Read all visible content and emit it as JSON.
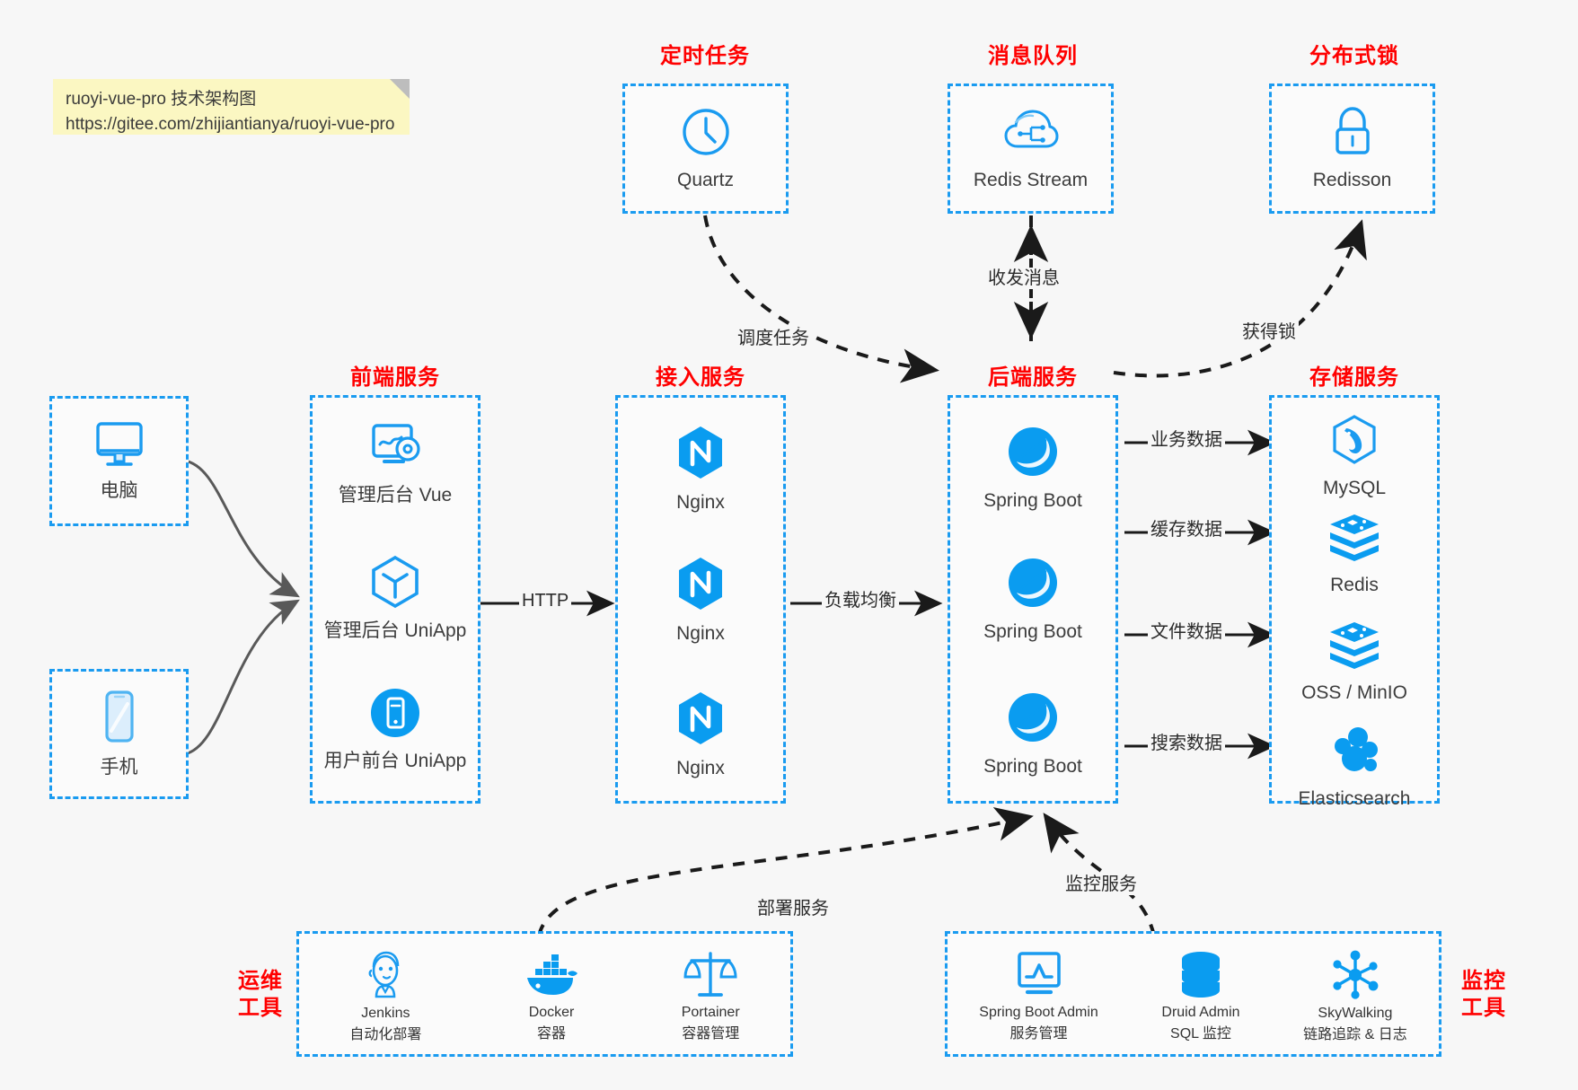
{
  "note": {
    "line1": "ruoyi-vue-pro 技术架构图",
    "line2": "https://gitee.com/zhijiantianya/ruoyi-vue-pro"
  },
  "colors": {
    "accent_blue": "#1a9bf0",
    "group_title_red": "#ff0000",
    "canvas": "#f7f7f7",
    "note_yellow": "#fbf7c2",
    "arrow_gray": "#595959",
    "arrow_black": "#1a1a1a"
  },
  "groups": {
    "scheduled_task": {
      "title": "定时任务"
    },
    "message_queue": {
      "title": "消息队列"
    },
    "distributed_lock": {
      "title": "分布式锁"
    },
    "frontend": {
      "title": "前端服务"
    },
    "gateway": {
      "title": "接入服务"
    },
    "backend": {
      "title": "后端服务"
    },
    "storage": {
      "title": "存储服务"
    },
    "devops": {
      "title_line1": "运维",
      "title_line2": "工具"
    },
    "monitor": {
      "title_line1": "监控",
      "title_line2": "工具"
    }
  },
  "nodes": {
    "quartz": {
      "label": "Quartz",
      "icon": "clock-icon"
    },
    "redis_stream": {
      "label": "Redis Stream",
      "icon": "cloud-network-icon"
    },
    "redisson": {
      "label": "Redisson",
      "icon": "lock-icon"
    },
    "computer": {
      "label": "电脑",
      "icon": "desktop-monitor-icon"
    },
    "phone": {
      "label": "手机",
      "icon": "mobile-phone-icon"
    },
    "admin_vue": {
      "label": "管理后台 Vue",
      "icon": "dashboard-gear-icon"
    },
    "admin_uniapp": {
      "label": "管理后台 UniApp",
      "icon": "uniapp-cube-icon"
    },
    "user_uniapp": {
      "label": "用户前台 UniApp",
      "icon": "mobile-app-circle-icon"
    },
    "nginx1": {
      "label": "Nginx",
      "icon": "nginx-icon"
    },
    "nginx2": {
      "label": "Nginx",
      "icon": "nginx-icon"
    },
    "nginx3": {
      "label": "Nginx",
      "icon": "nginx-icon"
    },
    "springboot1": {
      "label": "Spring Boot",
      "icon": "spring-boot-icon"
    },
    "springboot2": {
      "label": "Spring Boot",
      "icon": "spring-boot-icon"
    },
    "springboot3": {
      "label": "Spring Boot",
      "icon": "spring-boot-icon"
    },
    "mysql": {
      "label": "MySQL",
      "icon": "mysql-icon"
    },
    "redis": {
      "label": "Redis",
      "icon": "redis-icon"
    },
    "oss": {
      "label": "OSS / MinIO",
      "icon": "oss-minio-icon"
    },
    "elasticsearch": {
      "label": "Elasticsearch",
      "icon": "elasticsearch-icon"
    },
    "jenkins": {
      "label": "Jenkins",
      "sub": "自动化部署",
      "icon": "jenkins-icon"
    },
    "docker": {
      "label": "Docker",
      "sub": "容器",
      "icon": "docker-whale-icon"
    },
    "portainer": {
      "label": "Portainer",
      "sub": "容器管理",
      "icon": "portainer-scales-icon"
    },
    "sba": {
      "label": "Spring Boot Admin",
      "sub": "服务管理",
      "icon": "monitor-chart-icon"
    },
    "druid": {
      "label": "Druid Admin",
      "sub": "SQL 监控",
      "icon": "database-stack-icon"
    },
    "skywalking": {
      "label": "SkyWalking",
      "sub": "链路追踪 & 日志",
      "icon": "skywalking-nodes-icon"
    }
  },
  "edges": {
    "http": "HTTP",
    "load_balance": "负载均衡",
    "schedule_task": "调度任务",
    "send_receive_message": "收发消息",
    "acquire_lock": "获得锁",
    "business_data": "业务数据",
    "cache_data": "缓存数据",
    "file_data": "文件数据",
    "search_data": "搜索数据",
    "deploy_service": "部署服务",
    "monitor_service": "监控服务"
  }
}
